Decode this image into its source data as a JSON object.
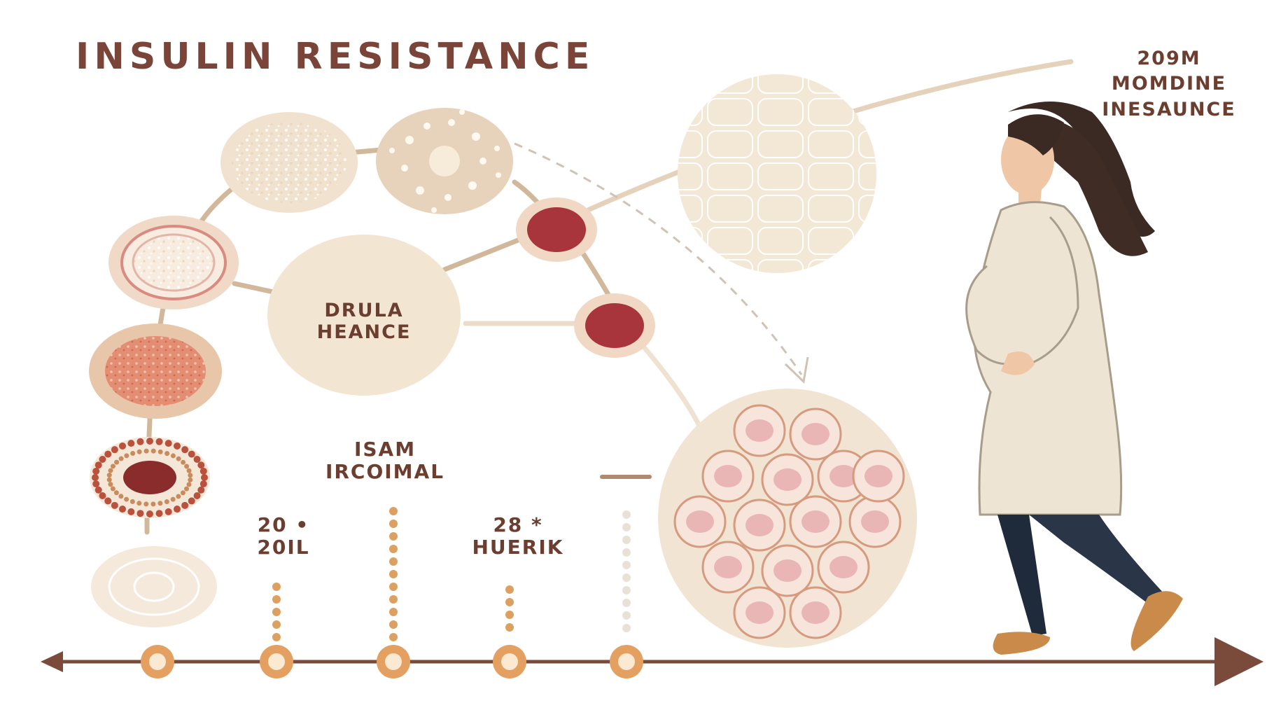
{
  "title": "INSULIN RESISTANCE",
  "center_label": [
    "DRULA",
    "HEANCE"
  ],
  "mid_label": [
    "ISAM",
    "IRCOIMAL"
  ],
  "timeline_left_label": [
    "20 •",
    "20IL"
  ],
  "timeline_right_label": [
    "28 *",
    "HUERIK"
  ],
  "corner_label": [
    "209M",
    "MOMDINE",
    "INESAUNCE"
  ],
  "colors": {
    "title_text": "#7a4538",
    "label_text": "#6b3e30",
    "timeline_axis": "#7a4a3a",
    "timeline_node": "#e3a061",
    "cell_cream": "#f3e7d6",
    "cell_red": "#a8353b",
    "cell_pink": "#e9b5b5"
  }
}
